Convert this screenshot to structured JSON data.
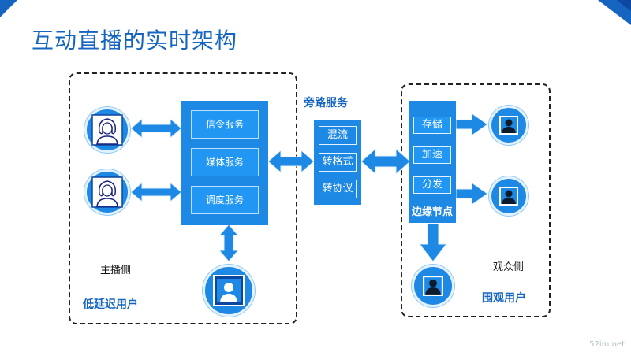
{
  "title": "互动直播的实时架构",
  "anchor_side": {
    "services": [
      "信令服务",
      "媒体服务",
      "调度服务"
    ],
    "caption": "主播侧",
    "group_label": "低延迟用户"
  },
  "bypass": {
    "title": "旁路服务",
    "items": [
      "混流",
      "转格式",
      "转协议"
    ]
  },
  "edge": {
    "tags": [
      "存储",
      "加速",
      "分发"
    ],
    "label": "边缘节点"
  },
  "audience_side": {
    "caption": "观众侧",
    "group_label": "围观用户"
  },
  "colors": {
    "primary": "#1e88e5",
    "title": "#1565c0"
  },
  "watermark": {
    "text": "52im.net"
  }
}
